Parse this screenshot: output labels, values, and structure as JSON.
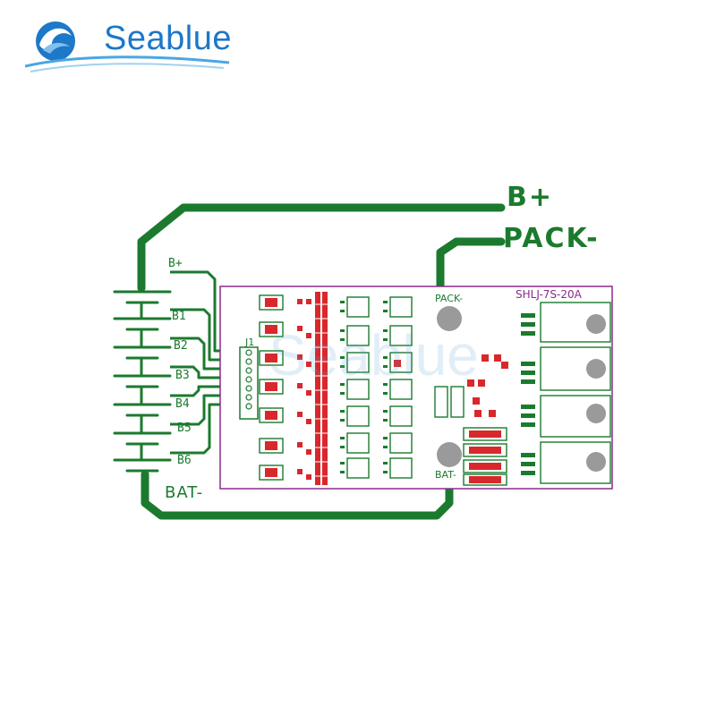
{
  "brand": {
    "name": "Seablue",
    "colors": {
      "brand": "#1d78c8",
      "trace": "#1b7a2e",
      "outline": "#8a2c8c",
      "pad": "#d8282c",
      "hole": "#9a9a9a"
    },
    "watermark": "Seablue"
  },
  "labels": {
    "b_plus": "B+",
    "pack_minus": "PACK-",
    "bat_minus": "BAT-",
    "taps": [
      "B+",
      "B1",
      "B2",
      "B3",
      "B4",
      "B5",
      "B6"
    ],
    "connector": "J1",
    "board_model": "SHLJ-7S-20A",
    "board_pack": "PACK-",
    "board_bat": "BAT-"
  }
}
